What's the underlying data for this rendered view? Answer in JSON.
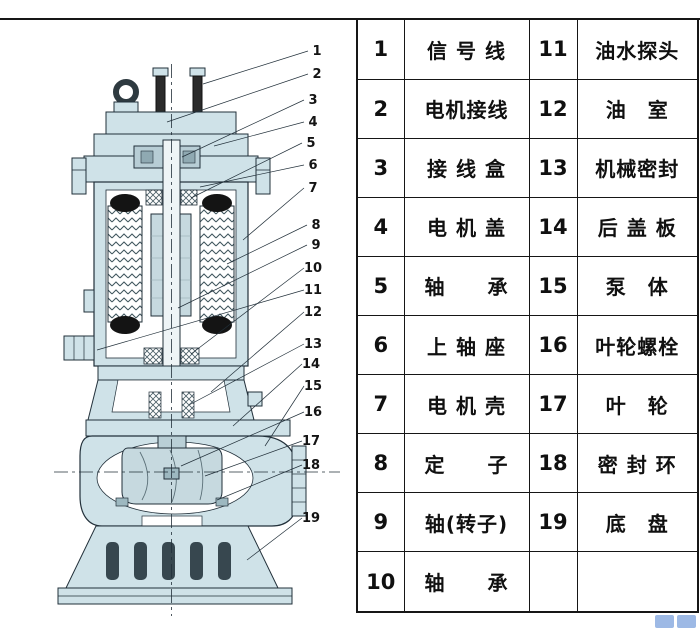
{
  "diagram": {
    "callouts": [
      "1",
      "2",
      "3",
      "4",
      "5",
      "6",
      "7",
      "8",
      "9",
      "10",
      "11",
      "12",
      "13",
      "14",
      "15",
      "16",
      "17",
      "18",
      "19"
    ]
  },
  "table": {
    "rows": [
      {
        "n1": "1",
        "t1": "信 号 线",
        "n2": "11",
        "t2": "油水探头"
      },
      {
        "n1": "2",
        "t1": "电机接线",
        "n2": "12",
        "t2": "油　室"
      },
      {
        "n1": "3",
        "t1": "接 线 盒",
        "n2": "13",
        "t2": "机械密封"
      },
      {
        "n1": "4",
        "t1": "电 机 盖",
        "n2": "14",
        "t2": "后 盖 板"
      },
      {
        "n1": "5",
        "t1": "轴　　承",
        "n2": "15",
        "t2": "泵　体"
      },
      {
        "n1": "6",
        "t1": "上 轴 座",
        "n2": "16",
        "t2": "叶轮螺栓"
      },
      {
        "n1": "7",
        "t1": "电 机 壳",
        "n2": "17",
        "t2": "叶　轮"
      },
      {
        "n1": "8",
        "t1": "定　　子",
        "n2": "18",
        "t2": "密 封 环"
      },
      {
        "n1": "9",
        "t1": "轴(转子)",
        "n2": "19",
        "t2": "底　盘"
      },
      {
        "n1": "10",
        "t1": "轴　　承",
        "n2": "",
        "t2": ""
      }
    ]
  },
  "colors": {
    "body_fill": "#cfe2e8",
    "body_fill_dark": "#b7cdd5",
    "metal_light": "#eef4f6",
    "outline": "#22303a",
    "coil_black": "#141414",
    "watermark_blue": "#4d7fd0"
  }
}
